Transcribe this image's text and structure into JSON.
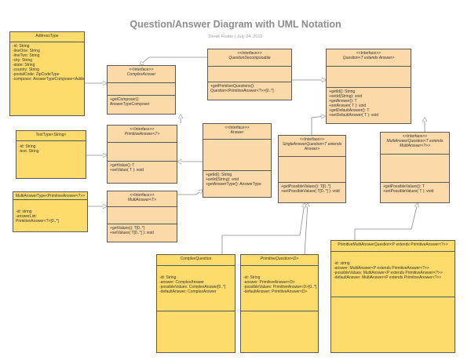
{
  "title": "Question/Answer Diagram with UML Notation",
  "subtitle": "Derek Foster  |  July 24, 2019",
  "boxes": {
    "address": {
      "name": "AddressType",
      "attributes": [
        "-id: String",
        "-lineOne: String",
        "-lineTwo: String",
        "-city: String",
        "-state: String",
        "-country: String",
        "-postalCode: ZipCodeType",
        "-composer: AnswerTypeComposer<AddressType>"
      ]
    },
    "complexAnswer": {
      "stereotype": "<<Interface>>",
      "name": "ComplexAnswer",
      "methods": [
        "+getComposer():",
        "AnswerTypeComposer"
      ]
    },
    "questionDecomposable": {
      "stereotype": "<<Interface>>",
      "name": "QuestionDecomposable",
      "methods": [
        "+getPrimitiveQuestions():",
        "Question<PrimitiveAnswer<?>>[0..*]"
      ]
    },
    "question": {
      "stereotype": "<<Interface>>",
      "name": "Question<T extends Answer>",
      "methods": [
        "+getId(): String",
        "+setId(String): void",
        "+getAnswer(): T",
        "+setAnswer( T ): void",
        "+getDefaultAnswer(): T",
        "+setDefaultAnswer( T ): void"
      ]
    },
    "textType": {
      "name": "TextType<String>",
      "attributes": [
        "-id: String",
        "-text: String"
      ]
    },
    "primitiveAnswer": {
      "stereotype": "<<Interface>>",
      "name": "PrimitiveAnswer<T>",
      "methods": [
        "+getValue(): T",
        "+setValue( T ): void"
      ]
    },
    "answer": {
      "stereotype": "<<Interface>>",
      "name": "Answer",
      "methods": [
        "+getId(): String",
        "+setId(String): void",
        "+getAnswerType(): AnswerType"
      ]
    },
    "singleAnswerQuestion": {
      "stereotype": "<<Interface>>",
      "name": "SingleAnswerQuestion<T extends Answer>",
      "methods": [
        "+getPossibleValues(): T[0..*]",
        "+setPossibleValues( T[0..*] ): void"
      ]
    },
    "multiAnswerQuestion": {
      "stereotype": "<<Interface>>",
      "name": "MultiAnswerQuestion<T extends MultiAnswer<?>>",
      "methods": [
        "+getPossibleValues(): T",
        "+setPossibleValues( T ): void"
      ]
    },
    "multiAnswerType": {
      "name": "MultiAnswerType<PrimitiveAnswer<?>>",
      "attributes": [
        "-id: string",
        "-answerList:",
        "PrimitiveAnswer<?>[0..*]"
      ]
    },
    "multiAnswer": {
      "stereotype": "<<Interface>>",
      "name": "MultiAnswer<T>",
      "methods": [
        "+getValues(): T[0..*]",
        "+setValues( T[0..*] ): void"
      ]
    },
    "complexQuestion": {
      "name": "ComplexQuestion",
      "attributes": [
        "-id: String",
        "-answer: ComplexAnswer",
        "-possibleValues: ComplexAnswer[0..*]",
        "-defaultAnswer: ComplexAnswer"
      ]
    },
    "primitiveQuestion": {
      "name": "PrimitiveQuestion<D>",
      "attributes": [
        "-id: String",
        "-answer: PrimitiveAnswer<D>",
        "-possibleValues: PrimitiveAnswer<D>[0..*]",
        "-defaultAnswer: PrimitiveAnswer<D>"
      ]
    },
    "primitiveMultiAnswerQuestion": {
      "name": "PrimitiveMultiAnswerQuestion<P extends PrimitiveAnswer<?>>",
      "attributes": [
        "-id: string",
        "-answer: MultiAnswer<P extends PrimitiveAnswer<?>>",
        "-possibleValues: MultiAnswer<P extends PrimitiveAnswer<?>>",
        "-defaultAnswer: MultiAnswer<P extends PrimitiveAnswer<?>>"
      ]
    }
  },
  "colors": {
    "interface_fill": "#fcd9a8",
    "class_fill": "#fedc6b",
    "border": "#5a5a5a",
    "edge": "#8a8a8a"
  }
}
